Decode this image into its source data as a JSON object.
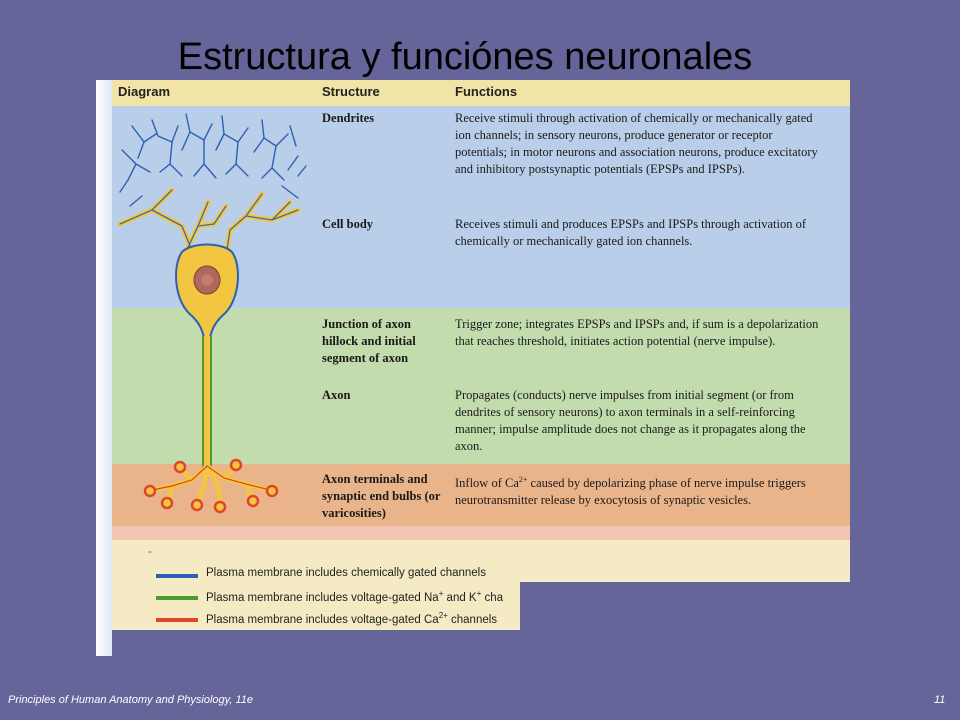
{
  "slide": {
    "title": "Estructura y funciónes neuronales",
    "footer_source": "Principles of Human Anatomy and Physiology, 11e",
    "page_number": "11"
  },
  "table": {
    "headers": {
      "diagram": "Diagram",
      "structure": "Structure",
      "functions": "Functions"
    },
    "rows": [
      {
        "structure": "Dendrites",
        "function": "Receive stimuli through activation of chemically or mechanically gated ion channels; in sensory neurons, produce generator or receptor potentials; in motor neurons and association neurons, produce excitatory and inhibitory postsynaptic potentials (EPSPs and IPSPs)."
      },
      {
        "structure": "Cell body",
        "function": "Receives stimuli and produces EPSPs and IPSPs through activation of chemically or mechanically gated ion channels."
      },
      {
        "structure": "Junction of axon hillock and initial segment of axon",
        "function": "Trigger zone; integrates EPSPs and IPSPs and, if sum is a depolarization that reaches threshold, initiates action potential (nerve impulse)."
      },
      {
        "structure": "Axon",
        "function": "Propagates (conducts) nerve impulses from initial segment (or from dendrites of sensory neurons) to axon terminals in a self-reinforcing manner; impulse amplitude does not change as it propagates along the axon."
      },
      {
        "structure": "Axon terminals and synaptic end bulbs (or varicosities)",
        "function_pre": "Inflow of Ca",
        "function_sup": "2+",
        "function_post": " caused by depolarizing phase of nerve impulse triggers neurotransmitter release by exocytosis of synaptic vesicles."
      }
    ]
  },
  "legend": [
    {
      "color": "#2f5fb3",
      "text": "Plasma membrane includes chemically gated channels"
    },
    {
      "color": "#4f9a2f",
      "text_pre": "Plasma membrane includes voltage-gated Na",
      "sup1": "+",
      "text_mid": " and K",
      "sup2": "+",
      "text_post": " cha"
    },
    {
      "color": "#e0452a",
      "text_pre": "Plasma membrane includes voltage-gated Ca",
      "sup1": "2+",
      "text_post": " channels"
    }
  ],
  "colors": {
    "slide_background": "#65659a",
    "header_band": "#f2e3a6",
    "dendrite_band": "#b9cfe9",
    "axon_band": "#c3dcae",
    "terminal_band": "#eab48b",
    "neuron_body": "#f2c640",
    "nucleus": "#b0685c"
  },
  "icons": [
    "neuron-illustration"
  ]
}
